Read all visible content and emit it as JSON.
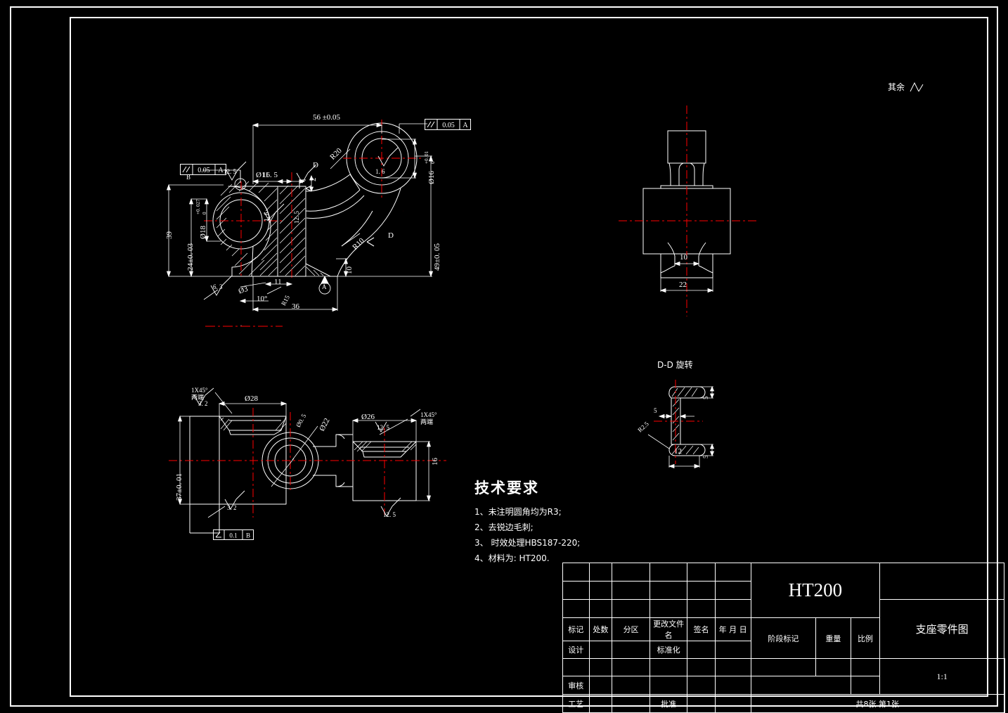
{
  "sheet": {
    "general_surface_note": "其余",
    "general_surface_symbol": "∜"
  },
  "tech_req": {
    "title": "技术要求",
    "lines": [
      "1、未注明圆角均为R3;",
      "2、去锐边毛刺;",
      "3、 时效处理HBS187-220;",
      "4、材料为: HT200."
    ]
  },
  "title_block": {
    "material": "HT200",
    "drawing_name": "支座零件图",
    "scale_value": "1:1",
    "sheet_count": "共8张 第1张",
    "rev_headers": [
      "标记",
      "处数",
      "分区",
      "更改文件名",
      "签名",
      "年 月 日"
    ],
    "role_rows": [
      {
        "role": "设计",
        "aux": "标准化"
      },
      {
        "role": "",
        "aux": ""
      },
      {
        "role": "审核",
        "aux": ""
      },
      {
        "role": "工艺",
        "aux": "批准"
      }
    ],
    "stage_headers": [
      "阶段标记",
      "重量",
      "比例"
    ]
  },
  "views": {
    "front": {
      "label": "front-view",
      "dims": {
        "d56": "56 ±0.05",
        "d165": "16. 5",
        "d11hole": "Ø11",
        "d39": "39",
        "d24": "24±0. 03",
        "d18": "Ø18",
        "d18tol_up": "+0. 027",
        "d18tol_lo": "0",
        "d36": "36",
        "d11": "11",
        "d3": "Ø3",
        "ang10": "10°",
        "r15": "R15",
        "r20": "R20",
        "r10": "R10",
        "d10": "10",
        "d2": "2",
        "d49": "49±0. 05",
        "d16": "Ø16",
        "d16tol_up": "+0. 01",
        "d16tol_lo": "0",
        "sec_D_1": "D",
        "sec_D_2": "D"
      },
      "finishes": {
        "f125a": "12. 5",
        "f125b": "12. 5",
        "f16a": "1. 6",
        "f16b": "1. 6",
        "f63": "6. 3"
      },
      "gtol": [
        {
          "sym": "//",
          "val": "0.05",
          "datum": "A"
        },
        {
          "sym": "//",
          "val": "0.05",
          "datum": "A"
        }
      ],
      "datums": [
        {
          "letter": "B"
        },
        {
          "letter": "A"
        }
      ]
    },
    "right": {
      "label": "right-view",
      "dims": {
        "d10": "10",
        "d22": "22"
      }
    },
    "section_dd": {
      "title": "D-D 旋转",
      "dims": {
        "t1": "5",
        "t2": "5",
        "w5": "5",
        "w12": "12",
        "r25": "R2.5"
      }
    },
    "bottom": {
      "label": "bottom-view",
      "dims": {
        "d37": "37±0. 01",
        "d28": "Ø28",
        "d22": "Ø22",
        "d105": "Ø0. 5",
        "d26": "Ø26",
        "d16": "16"
      },
      "notes": {
        "ch1": "1X45°",
        "ch1b": "两端",
        "ch2": "1X45°",
        "ch2b": "两端"
      },
      "finishes": {
        "f32a": "3. 2",
        "f32b": "3. 2",
        "f125a": "12. 5",
        "f125b": "12. 5"
      },
      "gtol": [
        {
          "sym": "⌰",
          "val": "0.1",
          "datum": "B"
        }
      ]
    }
  },
  "colors": {
    "line": "#ffffff",
    "center": "#ff0000",
    "background": "#000000"
  }
}
